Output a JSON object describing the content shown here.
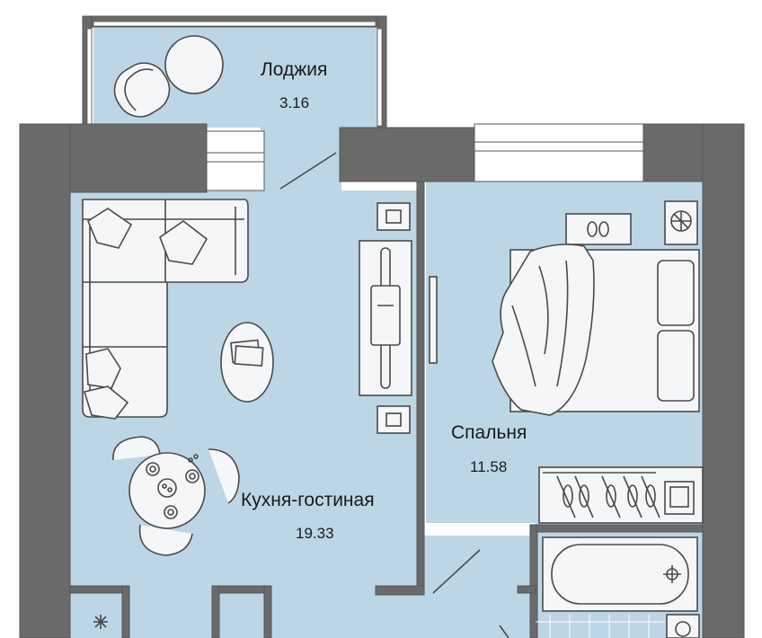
{
  "colors": {
    "floor": "#bcd6e6",
    "wall": "#6a6a6a",
    "furniture_fill": "#f4f6f8",
    "furniture_stroke": "#4a4a4a",
    "window": "#ffffff"
  },
  "rooms": [
    {
      "id": "loggia",
      "name": "Лоджия",
      "area": "3.16"
    },
    {
      "id": "bedroom",
      "name": "Спальня",
      "area": "11.58"
    },
    {
      "id": "kitchen-living",
      "name": "Кухня-гостиная",
      "area": "19.33"
    }
  ],
  "icons": {
    "stove": "snowflake-icon",
    "fan": "fan-icon",
    "slippers": "slippers-icon",
    "faucet": "crosshair-icon"
  }
}
